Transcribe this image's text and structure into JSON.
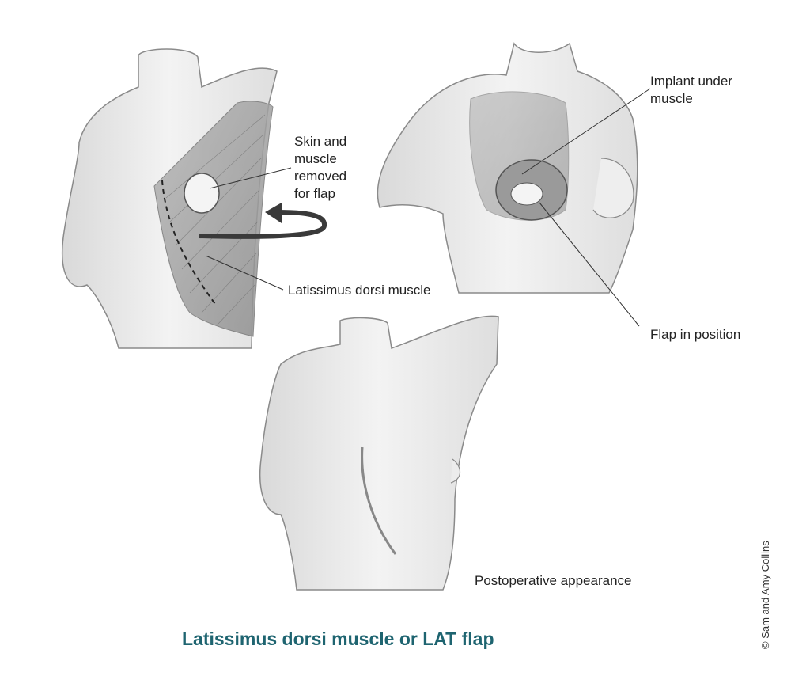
{
  "title": "Latissimus dorsi muscle or LAT flap",
  "copyright": "© Sam and Amy Collins",
  "labels": {
    "skin_muscle": "Skin and\nmuscle\nremoved\nfor flap",
    "lat_muscle": "Latissimus dorsi muscle",
    "implant": "Implant under\nmuscle",
    "flap_position": "Flap in position",
    "postop": "Postoperative appearance"
  },
  "colors": {
    "title": "#1e6470",
    "skin": "#eeeeee",
    "muscle": "#9a9a9a",
    "outline": "#8a8a8a"
  }
}
